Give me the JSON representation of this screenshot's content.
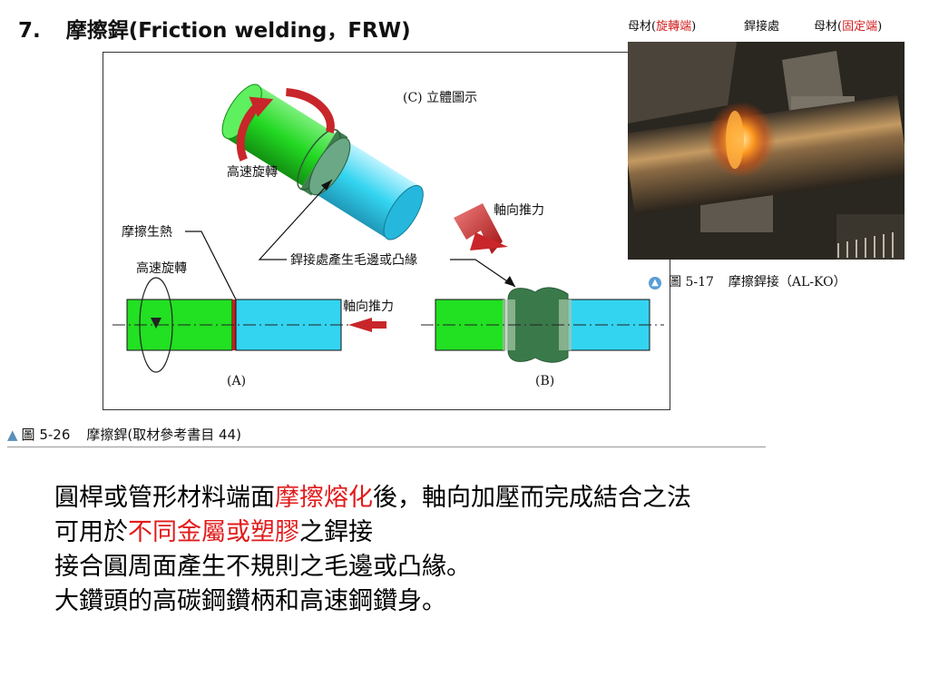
{
  "title": {
    "number": "7.",
    "text": "摩擦銲(Friction welding，FRW)"
  },
  "diagram": {
    "label_c": "(C) 立體圖示",
    "label_rotate_top": "高速旋轉",
    "label_axial_top": "軸向推力",
    "label_friction_heat": "摩擦生熱",
    "label_rotate_left": "高速旋轉",
    "label_flash": "銲接處產生毛邊或凸緣",
    "label_axial_a": "軸向推力",
    "label_a": "(A)",
    "label_b": "(B)",
    "colors": {
      "green": "#22e022",
      "cyan": "#33d4f0",
      "weld": "#c52020",
      "flash": "#3a7a4a",
      "arrow_red": "#c8262a"
    }
  },
  "figure_caption": {
    "number": "圖 5-26",
    "text": "摩擦銲(取材參考書目 44)"
  },
  "photo": {
    "header": {
      "parent_rot_pre": "母材(",
      "parent_rot_red": "旋轉端",
      "parent_rot_post": ")",
      "weld": "銲接處",
      "parent_fix_pre": "母材(",
      "parent_fix_red": "固定端",
      "parent_fix_post": ")"
    },
    "caption_number": "圖 5-17",
    "caption_text": "摩擦銲接（AL-KO）"
  },
  "body": {
    "line1_pre": "圓桿或管形材料端面",
    "line1_red": "摩擦熔化",
    "line1_post": "後，軸向加壓而完成結合之法",
    "line2_pre": "可用於",
    "line2_red": "不同金屬或塑膠",
    "line2_post": "之銲接",
    "line3": "接合圓周面產生不規則之毛邊或凸緣。",
    "line4": "大鑽頭的高碳鋼鑽柄和高速鋼鑽身。"
  }
}
